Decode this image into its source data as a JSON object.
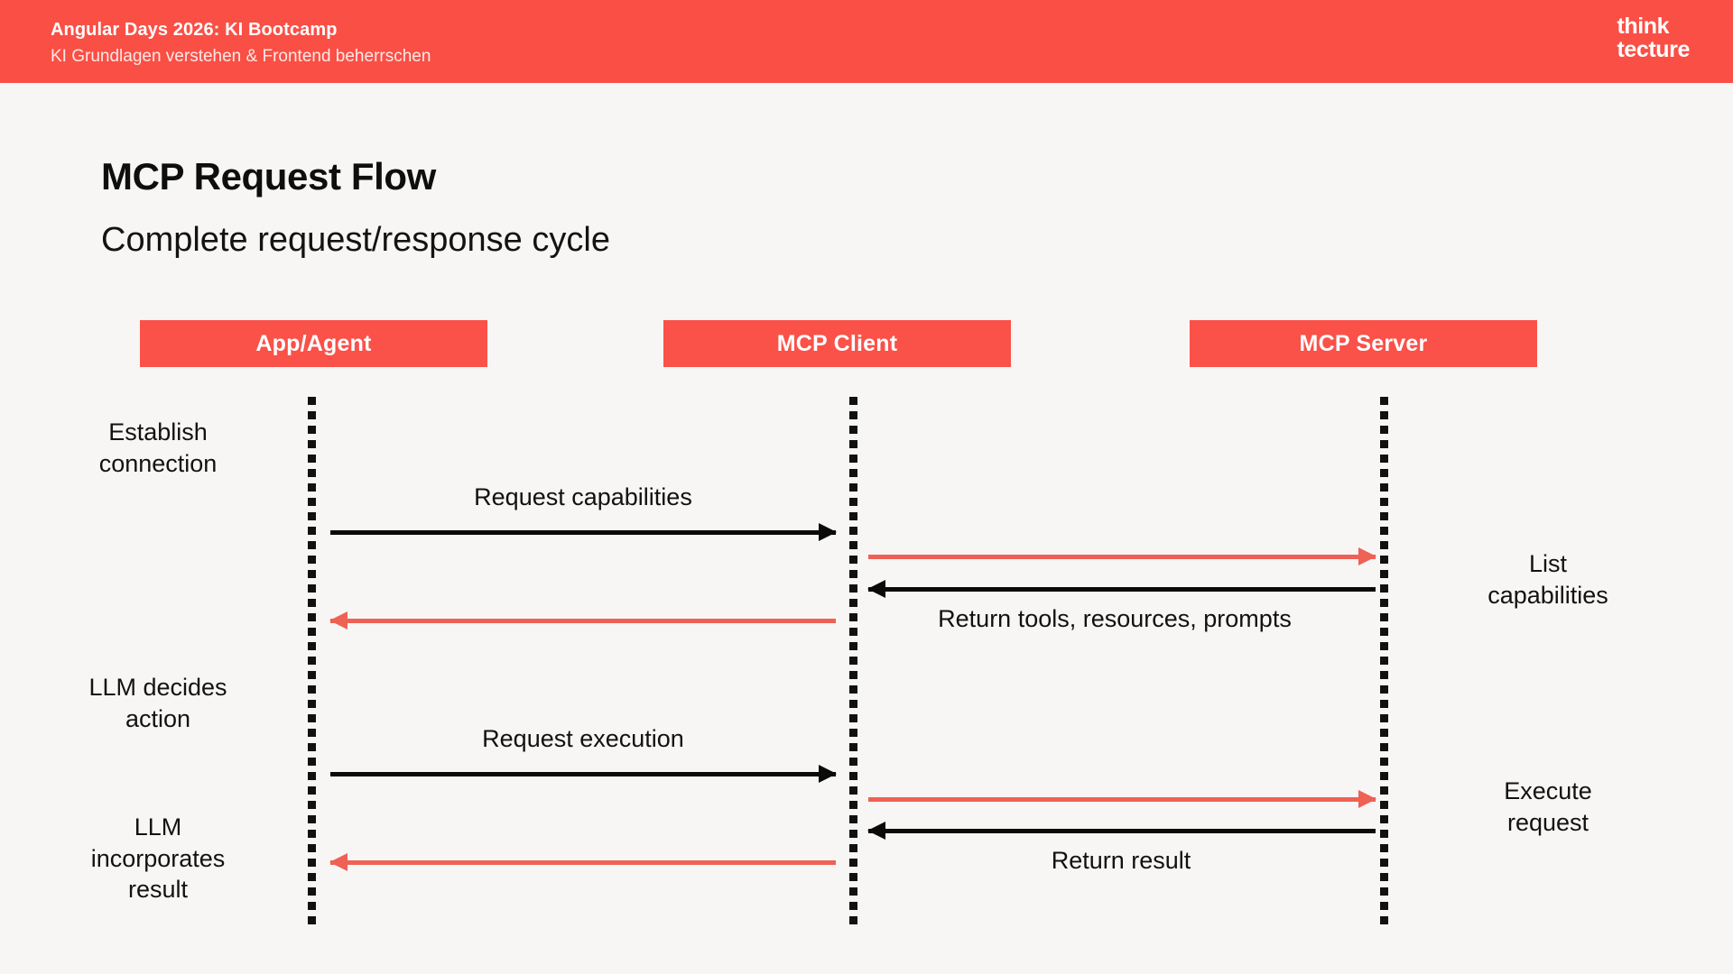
{
  "header": {
    "title": "Angular Days 2026: KI Bootcamp",
    "subtitle": "KI Grundlagen verstehen & Frontend beherrschen",
    "logo_line1": "think",
    "logo_line2": "tecture",
    "background_color": "#fa4f45"
  },
  "slide": {
    "title": "MCP Request Flow",
    "subtitle": "Complete request/response cycle",
    "background_color": "#f7f6f4"
  },
  "diagram": {
    "type": "sequence-diagram",
    "accent_color": "#fa5149",
    "message_red_color": "#ef6155",
    "message_black_color": "#0a0a0a",
    "participants": [
      {
        "id": "app",
        "label": "App/Agent"
      },
      {
        "id": "client",
        "label": "MCP Client"
      },
      {
        "id": "server",
        "label": "MCP Server"
      }
    ],
    "notes_left": [
      {
        "id": "establish",
        "line1": "Establish",
        "line2": "connection"
      },
      {
        "id": "llm-decides",
        "line1": "LLM decides",
        "line2": "action"
      },
      {
        "id": "llm-incorporates",
        "line1": "LLM",
        "line2": "incorporates",
        "line3": "result"
      }
    ],
    "notes_right": [
      {
        "id": "list-capabilities",
        "line1": "List",
        "line2": "capabilities"
      },
      {
        "id": "execute-request",
        "line1": "Execute",
        "line2": "request"
      }
    ],
    "messages": [
      {
        "id": "request-capabilities",
        "label": "Request capabilities",
        "from": "app",
        "to": "client",
        "direction": "right",
        "color": "black"
      },
      {
        "id": "list-capabilities",
        "label": "",
        "from": "client",
        "to": "server",
        "direction": "right",
        "color": "red"
      },
      {
        "id": "return-tools",
        "label": "Return tools, resources, prompts",
        "from": "server",
        "to": "client",
        "direction": "left",
        "color": "black"
      },
      {
        "id": "return-to-app",
        "label": "",
        "from": "client",
        "to": "app",
        "direction": "left",
        "color": "red"
      },
      {
        "id": "request-execution",
        "label": "Request execution",
        "from": "app",
        "to": "client",
        "direction": "right",
        "color": "black"
      },
      {
        "id": "execute-request",
        "label": "",
        "from": "client",
        "to": "server",
        "direction": "right",
        "color": "red"
      },
      {
        "id": "return-result",
        "label": "Return result",
        "from": "server",
        "to": "client",
        "direction": "left",
        "color": "black"
      },
      {
        "id": "return-result-to-app",
        "label": "",
        "from": "client",
        "to": "app",
        "direction": "left",
        "color": "red"
      }
    ]
  }
}
